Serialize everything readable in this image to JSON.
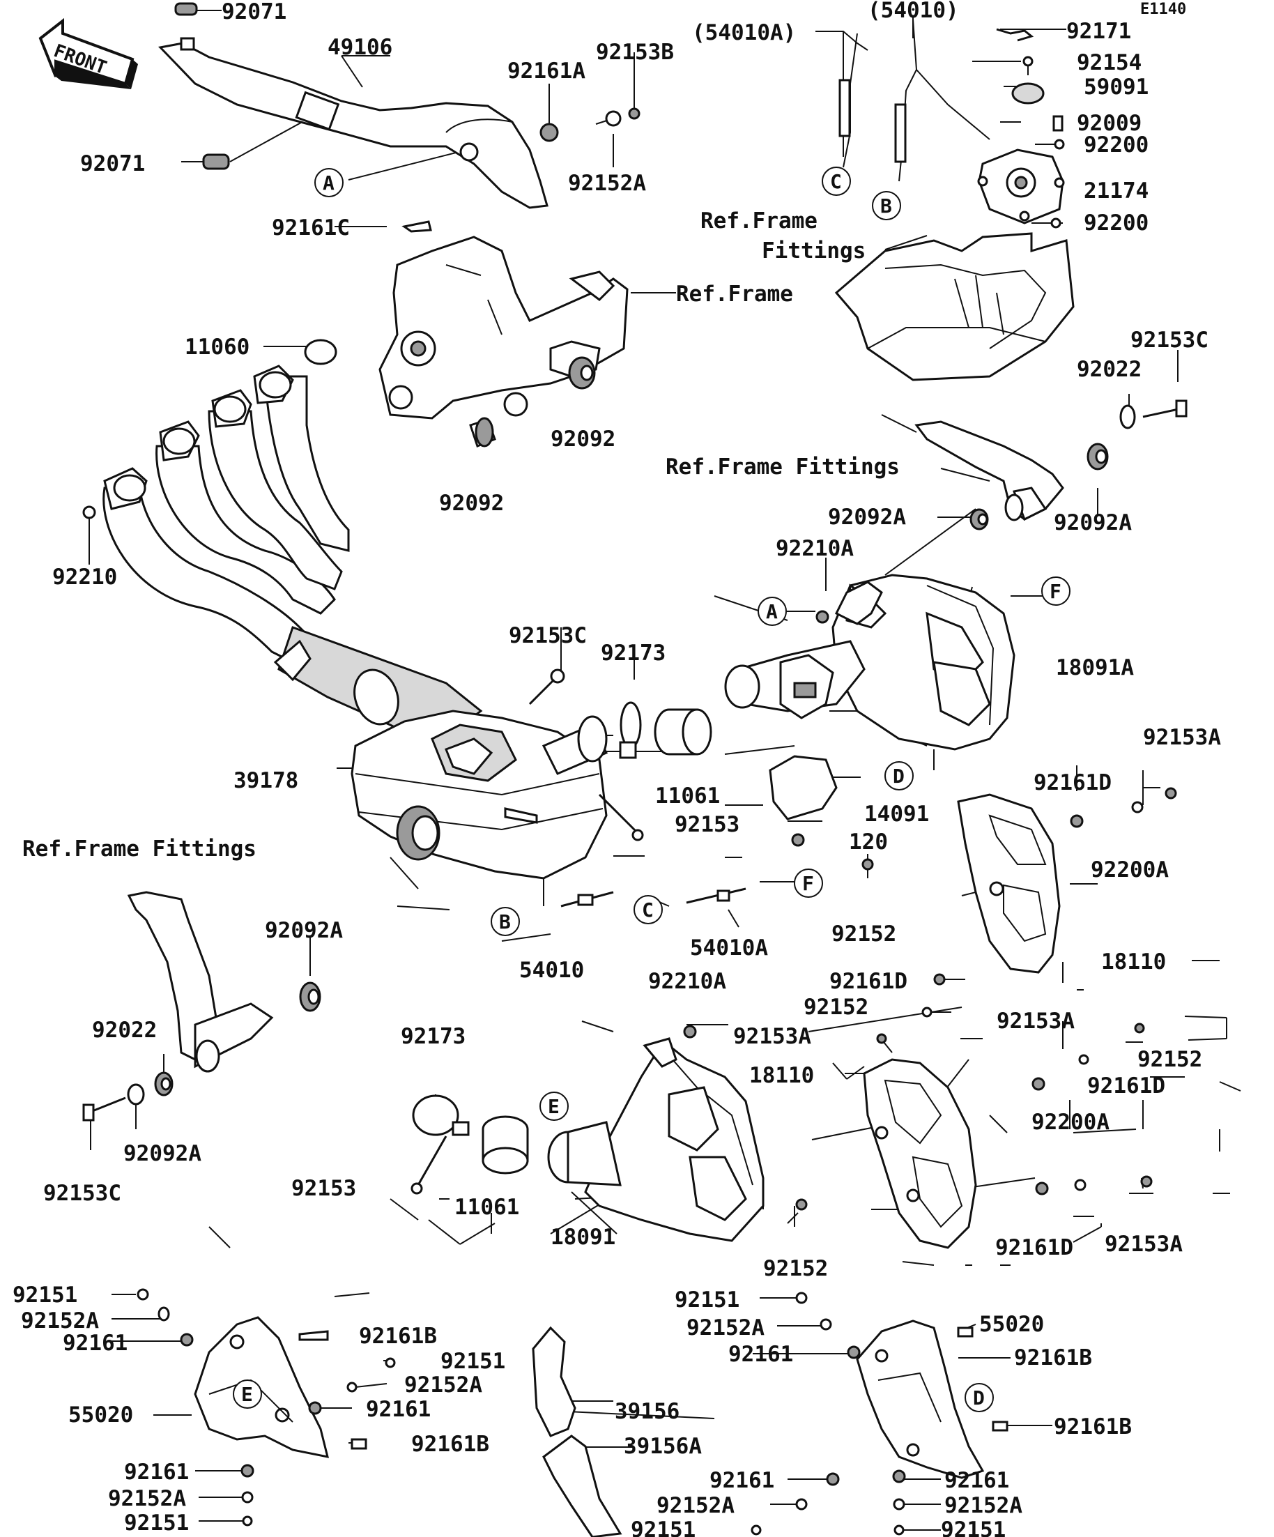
{
  "diagram_code": "E1140",
  "front_label": "FRONT",
  "parts": [
    {
      "id": "p92071a",
      "text": "92071"
    },
    {
      "id": "p49106",
      "text": "49106"
    },
    {
      "id": "p92071b",
      "text": "92071"
    },
    {
      "id": "p92161A",
      "text": "92161A"
    },
    {
      "id": "p92153B",
      "text": "92153B"
    },
    {
      "id": "p92152A_top",
      "text": "92152A"
    },
    {
      "id": "p92161C",
      "text": "92161C"
    },
    {
      "id": "p54010A_top",
      "text": "(54010A)"
    },
    {
      "id": "p54010_top",
      "text": "(54010)"
    },
    {
      "id": "p92171",
      "text": "92171"
    },
    {
      "id": "p92154",
      "text": "92154"
    },
    {
      "id": "p59091",
      "text": "59091"
    },
    {
      "id": "p92009",
      "text": "92009"
    },
    {
      "id": "p92200a",
      "text": "92200"
    },
    {
      "id": "p21174",
      "text": "21174"
    },
    {
      "id": "p92200b",
      "text": "92200"
    },
    {
      "id": "pRefFF1a",
      "text": "Ref.Frame"
    },
    {
      "id": "pRefFF1b",
      "text": "Fittings"
    },
    {
      "id": "pRefFrame",
      "text": "Ref.Frame"
    },
    {
      "id": "p11060",
      "text": "11060"
    },
    {
      "id": "p92092a",
      "text": "92092"
    },
    {
      "id": "p92092b",
      "text": "92092"
    },
    {
      "id": "p92153C_r",
      "text": "92153C"
    },
    {
      "id": "p92022_r",
      "text": "92022"
    },
    {
      "id": "pRefFF2",
      "text": "Ref.Frame Fittings"
    },
    {
      "id": "p92210",
      "text": "92210"
    },
    {
      "id": "p92092A_r1",
      "text": "92092A"
    },
    {
      "id": "p92092A_r2",
      "text": "92092A"
    },
    {
      "id": "p92210A_top",
      "text": "92210A"
    },
    {
      "id": "p92153C_mid",
      "text": "92153C"
    },
    {
      "id": "p92173_top",
      "text": "92173"
    },
    {
      "id": "p18091A",
      "text": "18091A"
    },
    {
      "id": "p39178",
      "text": "39178"
    },
    {
      "id": "p11061_top",
      "text": "11061"
    },
    {
      "id": "p92153_mid",
      "text": "92153"
    },
    {
      "id": "p14091",
      "text": "14091"
    },
    {
      "id": "p120",
      "text": "120"
    },
    {
      "id": "p92161D_a",
      "text": "92161D"
    },
    {
      "id": "p92153A_a",
      "text": "92153A"
    },
    {
      "id": "p92200A_a",
      "text": "92200A"
    },
    {
      "id": "pRefFF3",
      "text": "Ref.Frame Fittings"
    },
    {
      "id": "p54010",
      "text": "54010"
    },
    {
      "id": "p54010A",
      "text": "54010A"
    },
    {
      "id": "p92152_a",
      "text": "92152"
    },
    {
      "id": "p18110_a",
      "text": "18110"
    },
    {
      "id": "p92092A_l",
      "text": "92092A"
    },
    {
      "id": "p92210A_mid",
      "text": "92210A"
    },
    {
      "id": "p92161D_b",
      "text": "92161D"
    },
    {
      "id": "p92152_b",
      "text": "92152"
    },
    {
      "id": "p92153A_b",
      "text": "92153A"
    },
    {
      "id": "p92153A_c",
      "text": "92153A"
    },
    {
      "id": "p92152_c",
      "text": "92152"
    },
    {
      "id": "p92161D_c",
      "text": "92161D"
    },
    {
      "id": "p92022_l",
      "text": "92022"
    },
    {
      "id": "p92173_low",
      "text": "92173"
    },
    {
      "id": "p18110_b",
      "text": "18110"
    },
    {
      "id": "p92200A_b",
      "text": "92200A"
    },
    {
      "id": "p92092A_l2",
      "text": "92092A"
    },
    {
      "id": "p92153C_l",
      "text": "92153C"
    },
    {
      "id": "p92153_low",
      "text": "92153"
    },
    {
      "id": "p11061_low",
      "text": "11061"
    },
    {
      "id": "p18091",
      "text": "18091"
    },
    {
      "id": "p92152_d",
      "text": "92152"
    },
    {
      "id": "p92161D_d",
      "text": "92161D"
    },
    {
      "id": "p92153A_d",
      "text": "92153A"
    },
    {
      "id": "p92151_l1",
      "text": "92151"
    },
    {
      "id": "p92152A_l1",
      "text": "92152A"
    },
    {
      "id": "p92161_l1",
      "text": "92161"
    },
    {
      "id": "p92161B_l1",
      "text": "92161B"
    },
    {
      "id": "p92151_l2",
      "text": "92151"
    },
    {
      "id": "p92152A_l2",
      "text": "92152A"
    },
    {
      "id": "p92161_l2",
      "text": "92161"
    },
    {
      "id": "p55020_l",
      "text": "55020"
    },
    {
      "id": "p92161B_l2",
      "text": "92161B"
    },
    {
      "id": "p92161_l3",
      "text": "92161"
    },
    {
      "id": "p92152A_l3",
      "text": "92152A"
    },
    {
      "id": "p92151_l3",
      "text": "92151"
    },
    {
      "id": "p92151_r1",
      "text": "92151"
    },
    {
      "id": "p92152A_r1",
      "text": "92152A"
    },
    {
      "id": "p92161_r1",
      "text": "92161"
    },
    {
      "id": "p55020_r",
      "text": "55020"
    },
    {
      "id": "p92161B_r1",
      "text": "92161B"
    },
    {
      "id": "p39156",
      "text": "39156"
    },
    {
      "id": "p39156A",
      "text": "39156A"
    },
    {
      "id": "p92161B_r2",
      "text": "92161B"
    },
    {
      "id": "p92161_r2",
      "text": "92161"
    },
    {
      "id": "p92161_r3",
      "text": "92161"
    },
    {
      "id": "p92152A_r2",
      "text": "92152A"
    },
    {
      "id": "p92152A_r3",
      "text": "92152A"
    },
    {
      "id": "p92151_r2",
      "text": "92151"
    },
    {
      "id": "p92151_r3",
      "text": "92151"
    }
  ],
  "callouts": {
    "A1": "A",
    "A2": "A",
    "B1": "B",
    "B2": "B",
    "C1": "C",
    "C2": "C",
    "D1": "D",
    "D2": "D",
    "E1": "E",
    "E2": "E",
    "F1": "F",
    "F2": "F"
  }
}
